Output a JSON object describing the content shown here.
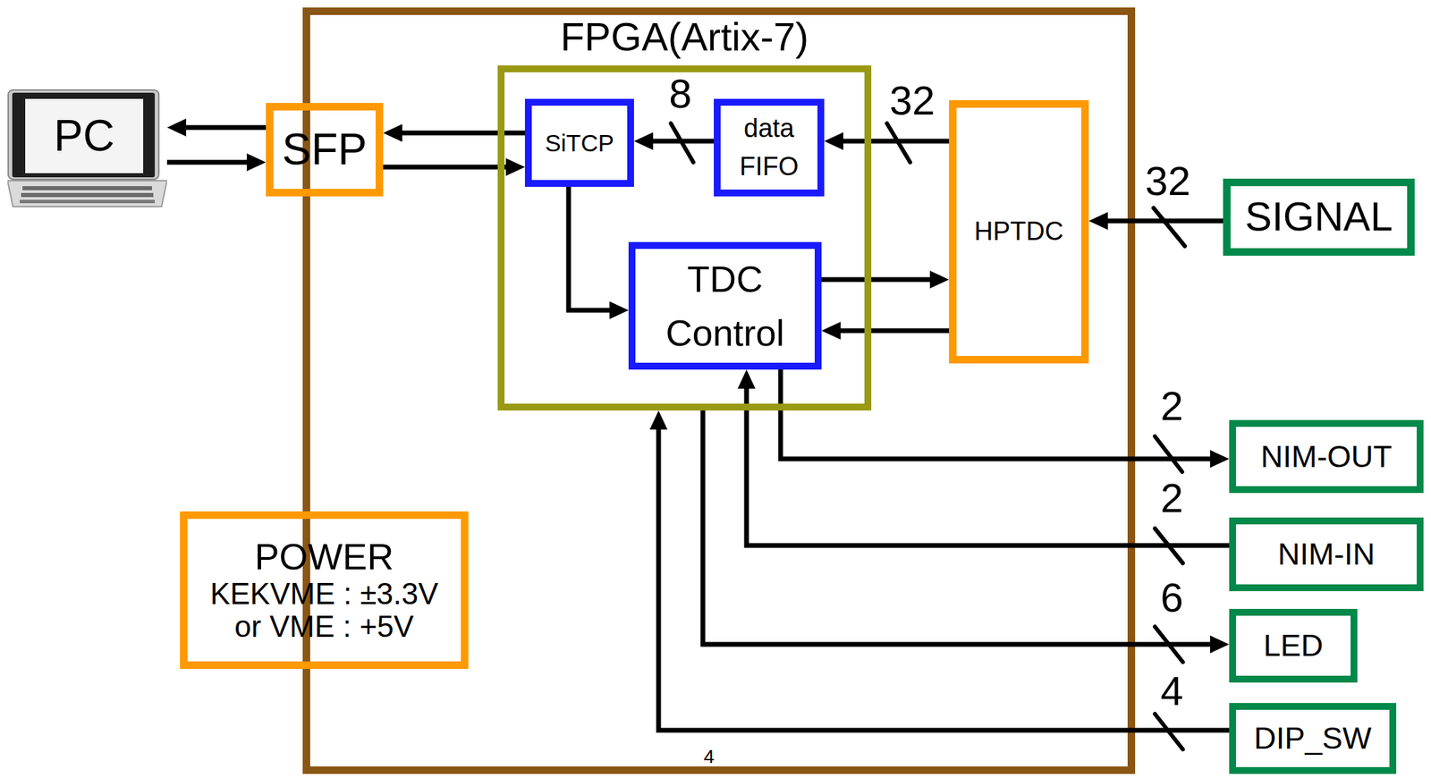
{
  "diagram": {
    "nodes": [
      {
        "text": [
          "PC"
        ]
      },
      {
        "text": [
          "SFP"
        ]
      },
      {
        "text": [
          "FPGA(Artix-7)"
        ]
      },
      {
        "text": [
          "SiTCP"
        ],
        "in": 2
      },
      {
        "text": [
          "data FIFO"
        ],
        "in": 2
      },
      {
        "text": [
          "TDC Control"
        ],
        "in": 2
      },
      {
        "text": [
          "HPTDC"
        ]
      },
      {
        "text": [
          "SIGNAL"
        ]
      },
      {
        "text": [
          "POWER",
          "KEKVME : ±3.3V or VME : +5V"
        ]
      },
      {
        "text": [
          "NIM-OUT"
        ]
      },
      {
        "text": [
          "NIM-IN"
        ]
      },
      {
        "text": [
          "LED"
        ]
      },
      {
        "text": [
          "DIP_SW"
        ]
      }
    ],
    "edges": [
      {
        "from": 1,
        "to": 0,
        "arrow": "to"
      },
      {
        "from": 0,
        "to": 1,
        "arrow": "to"
      },
      {
        "from": 3,
        "to": 1,
        "arrow": "to"
      },
      {
        "from": 1,
        "to": 3,
        "arrow": "to"
      },
      {
        "from": 4,
        "to": 3,
        "label": "8",
        "arrow": "to"
      },
      {
        "from": 6,
        "to": 4,
        "label": "32",
        "arrow": "to"
      },
      {
        "from": 7,
        "to": 6,
        "label": "32",
        "arrow": "to"
      },
      {
        "from": 3,
        "to": 5,
        "arrow": "to"
      },
      {
        "from": 5,
        "to": 6,
        "arrow": "to"
      },
      {
        "from": 6,
        "to": 5,
        "arrow": "to"
      },
      {
        "from": 5,
        "to": 9,
        "label": "2",
        "arrow": "to"
      },
      {
        "from": 10,
        "to": 5,
        "label": "2",
        "arrow": "to"
      },
      {
        "from": 2,
        "to": 11,
        "label": "6",
        "arrow": "to"
      },
      {
        "from": 12,
        "to": 2,
        "label": "4",
        "arrow": "to"
      }
    ],
    "labels": [
      "4"
    ]
  }
}
